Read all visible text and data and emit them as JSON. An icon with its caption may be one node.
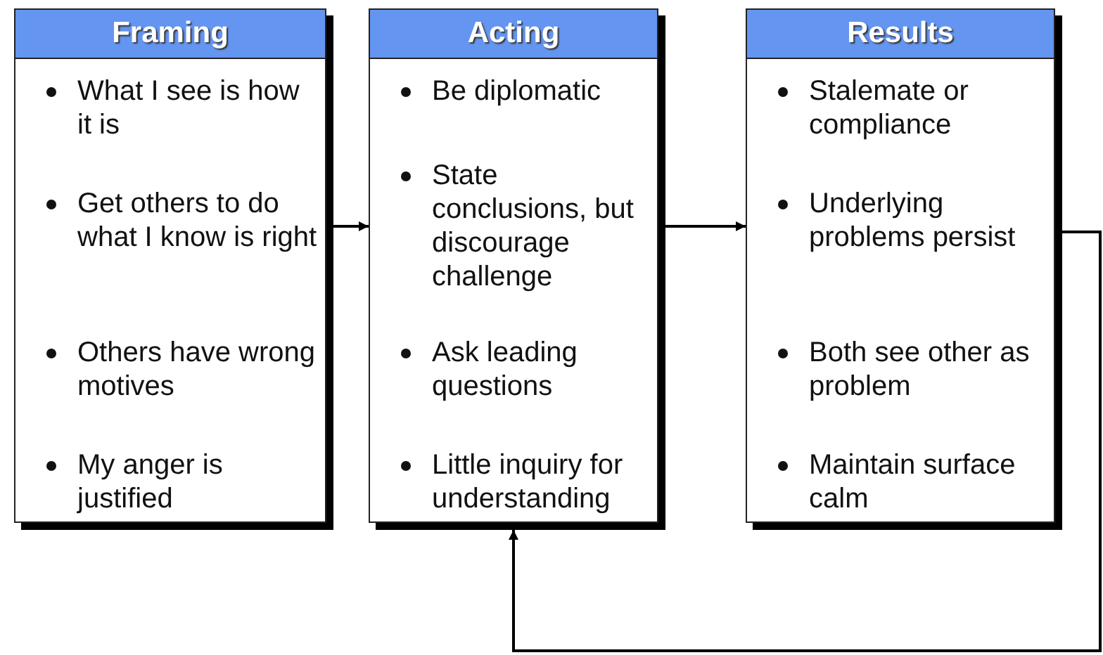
{
  "diagram": {
    "nodes": [
      {
        "text": [
          "Framing",
          "What I see is how it is",
          "Get others to do what I know is right",
          "Others have wrong motives",
          "My anger is justified"
        ]
      },
      {
        "text": [
          "Acting",
          "Be diplomatic",
          "State conclusions, but discourage challenge",
          "Ask leading questions",
          "Little inquiry for understanding"
        ]
      },
      {
        "text": [
          "Results",
          "Stalemate or compliance",
          "Underlying problems persist",
          "Both see other as problem",
          "Maintain surface calm"
        ]
      }
    ],
    "edges": [
      {
        "from": 0,
        "to": 1,
        "arrow": "to"
      },
      {
        "from": 1,
        "to": 2,
        "arrow": "to"
      },
      {
        "from": 2,
        "to": 1,
        "arrow": "to"
      }
    ]
  }
}
